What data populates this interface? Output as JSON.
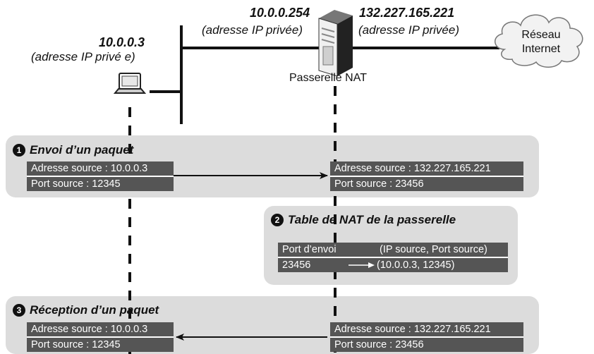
{
  "nodes": {
    "client": {
      "ip": "10.0.0.3",
      "note": "(adresse IP privé e)",
      "icon": "laptop-icon"
    },
    "gateway": {
      "ip_private": "10.0.0.254",
      "note_private": "(adresse IP privée)",
      "ip_public": "132.227.165.221",
      "note_public": "(adresse IP privée)",
      "label": "Passerelle NAT",
      "icon": "server-tower-icon"
    },
    "internet": {
      "line1": "Réseau",
      "line2": "Internet",
      "icon": "cloud-icon"
    }
  },
  "step1": {
    "number": "1",
    "title": "Envoi d’un paquet",
    "left": {
      "row1": "Adresse source : 10.0.0.3",
      "row2": "Port source : 12345"
    },
    "right": {
      "row1": "Adresse source : 132.227.165.221",
      "row2": "Port source : 23456"
    }
  },
  "step2": {
    "number": "2",
    "title": "Table de NAT de la passerelle",
    "header": {
      "col1": "Port d’envoi",
      "col2": "(IP source, Port source)"
    },
    "row": {
      "col1": "23456",
      "col2": "(10.0.0.3, 12345)"
    }
  },
  "step3": {
    "number": "3",
    "title": "Réception d’un paquet",
    "left": {
      "row1": "Adresse source : 10.0.0.3",
      "row2": "Port source : 12345"
    },
    "right": {
      "row1": "Adresse source : 132.227.165.221",
      "row2": "Port source : 23456"
    }
  },
  "colors": {
    "panel": "#dcdcdc",
    "row": "#555555",
    "line": "#111111"
  }
}
